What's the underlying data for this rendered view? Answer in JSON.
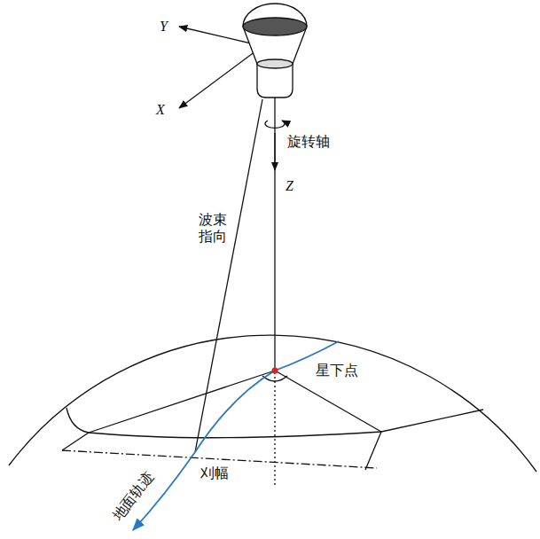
{
  "diagram": {
    "labels": [
      "Y",
      "X",
      "旋转轴",
      "Z",
      "波束 指向",
      "星下点",
      "刈幅",
      "地面轨迹"
    ]
  }
}
